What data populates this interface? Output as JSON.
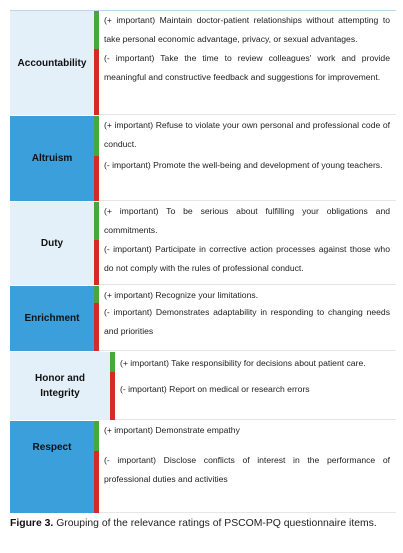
{
  "rows": [
    {
      "label": "Accountability",
      "plus": "(+ important) Maintain doctor-patient relationships without attempting to take personal economic advantage, privacy, or sexual advantages.",
      "minus": "(- important) Take the time to review colleagues' work and provide meaningful and constructive feedback and suggestions for improvement."
    },
    {
      "label": "Altruism",
      "plus": "(+ important) Refuse to violate your own personal and professional code of conduct.",
      "minus": "(- important) Promote the well-being and development of young teachers."
    },
    {
      "label": "Duty",
      "plus": "(+ important) To be serious about fulfilling your obligations and commitments.",
      "minus": "(- important) Participate in corrective action processes against those who do not comply with the rules of professional conduct."
    },
    {
      "label": "Enrichment",
      "plus": "(+ important) Recognize your limitations.",
      "minus": "(- important) Demonstrates adaptability in responding to changing needs and priorities"
    },
    {
      "label": "Honor and Integrity",
      "plus": "(+ important) Take responsibility for decisions about patient care.",
      "minus": "(- important) Report on medical or research errors"
    },
    {
      "label": "Respect",
      "plus": "(+ important) Demonstrate empathy",
      "minus": "(- important) Disclose conflicts of interest in the performance of professional duties and activities"
    }
  ],
  "caption": {
    "figure_label": "Figure 3.",
    "text": "Grouping of the relevance ratings of PSCOM-PQ questionnaire items."
  },
  "colors": {
    "row_light": "#e4f0f9",
    "row_dark": "#3b9fdc",
    "bar_plus": "#49a63e",
    "bar_minus": "#d42a2a"
  }
}
